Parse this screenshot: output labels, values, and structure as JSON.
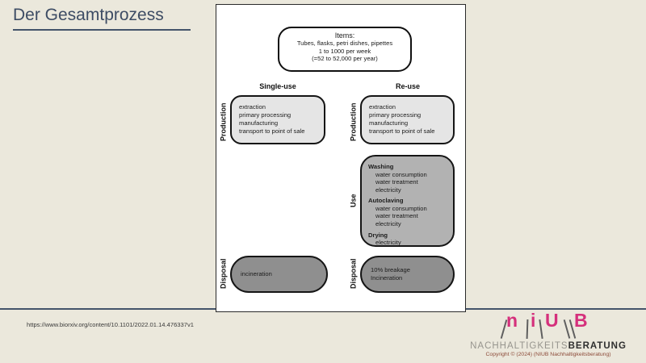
{
  "slide": {
    "title": "Der Gesamtprozess",
    "source_url": "https://www.biorxiv.org/content/10.1101/2022.01.14.476337v1"
  },
  "diagram": {
    "items_box": {
      "title": "Items:",
      "lines": [
        "Tubes, flasks, petri dishes, pipettes",
        "1 to 1000 per week",
        "(=52 to 52,000 per year)"
      ]
    },
    "columns": {
      "single_use": {
        "header": "Single-use"
      },
      "re_use": {
        "header": "Re-use"
      }
    },
    "stage_labels": {
      "production": "Production",
      "use": "Use",
      "disposal": "Disposal"
    },
    "single_use": {
      "production": [
        "extraction",
        "primary processing",
        "manufacturing",
        "transport to point of sale"
      ],
      "disposal": [
        "incineration"
      ]
    },
    "re_use": {
      "production": [
        "extraction",
        "primary processing",
        "manufacturing",
        "transport to point of sale"
      ],
      "use": [
        {
          "name": "Washing",
          "items": [
            "water consumption",
            "water treatment",
            "electricity"
          ]
        },
        {
          "name": "Autoclaving",
          "items": [
            "water consumption",
            "water treatment",
            "electricity"
          ]
        },
        {
          "name": "Drying",
          "items": [
            "electricity"
          ]
        }
      ],
      "disposal": [
        "10% breakage",
        "Incineration"
      ]
    }
  },
  "footer": {
    "logo": {
      "letters": [
        "n",
        "i",
        "U",
        "B"
      ],
      "wordmark_light": "NACHHALTIGKEITS",
      "wordmark_bold": "BERATUNG",
      "copyright": "Copyright © (2024) (NIUB Nachhaltigkeitsberatung)"
    }
  },
  "colors": {
    "background": "#ebe8dc",
    "title_text": "#3d4c64",
    "divider_line": "#44546a",
    "production_box": "#e5e5e5",
    "use_box": "#b2b2b2",
    "disposal_box": "#8f8f8f",
    "box_border": "#151515",
    "logo_pink": "#d5307c",
    "logo_gray": "#97958e",
    "copyright_text": "#8c4a38"
  }
}
